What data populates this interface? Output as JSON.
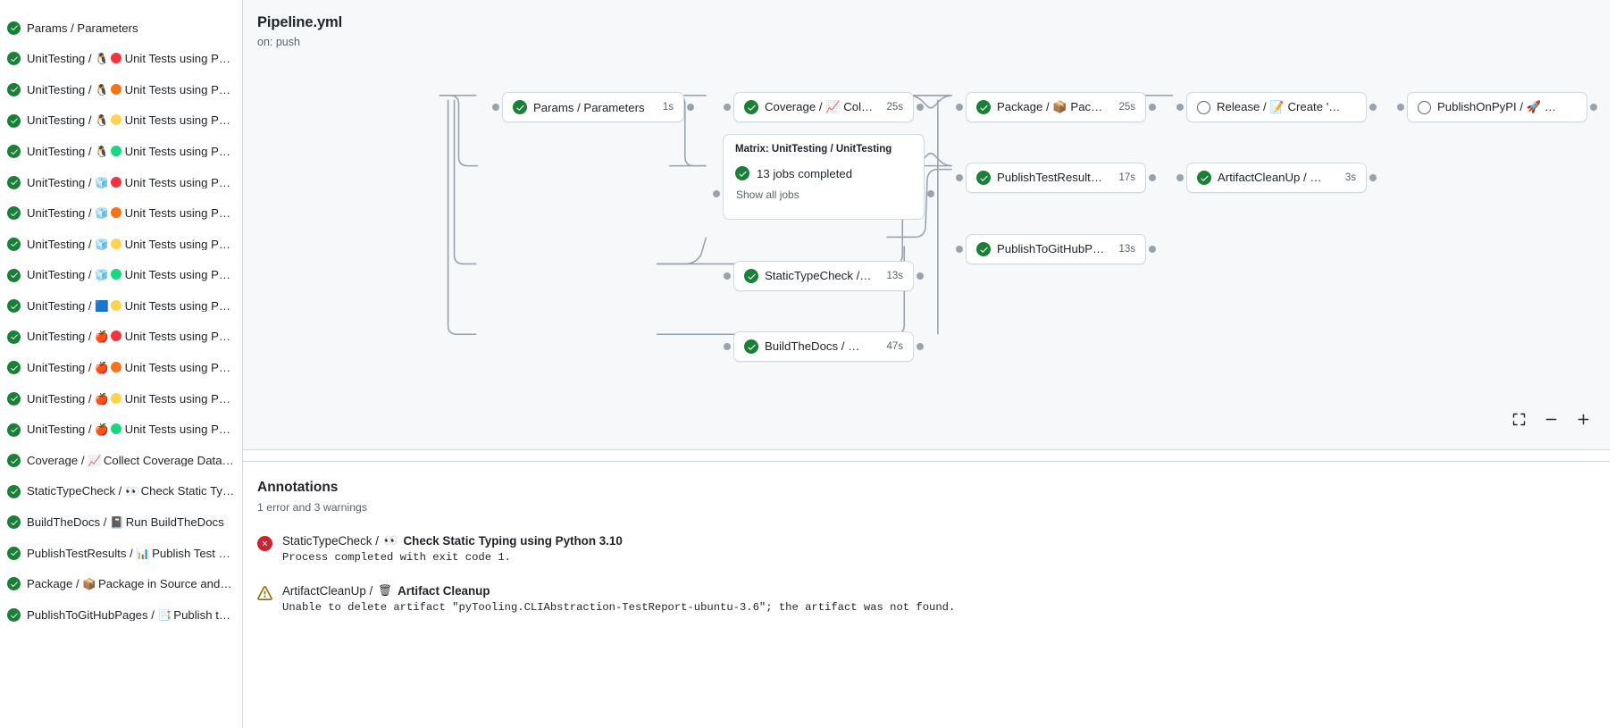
{
  "sidebar": {
    "items": [
      {
        "status": "success",
        "text": "Params / Parameters",
        "os": "",
        "pydot": ""
      },
      {
        "status": "success",
        "text": "UnitTesting / ",
        "os": "🐧",
        "pydot": "#f5333f",
        "label": "Unit Tests using Pyth..."
      },
      {
        "status": "success",
        "text": "UnitTesting / ",
        "os": "🐧",
        "pydot": "#f97316",
        "label": "Unit Tests using Pyth..."
      },
      {
        "status": "success",
        "text": "UnitTesting / ",
        "os": "🐧",
        "pydot": "#fcd34d",
        "label": "Unit Tests using Pyth..."
      },
      {
        "status": "success",
        "text": "UnitTesting / ",
        "os": "🐧",
        "pydot": "#16d97f",
        "label": "Unit Tests using Pyth..."
      },
      {
        "status": "success",
        "text": "UnitTesting / ",
        "os": "🧊",
        "pydot": "#f5333f",
        "label": "Unit Tests using Pyth..."
      },
      {
        "status": "success",
        "text": "UnitTesting / ",
        "os": "🧊",
        "pydot": "#f97316",
        "label": "Unit Tests using Pyth..."
      },
      {
        "status": "success",
        "text": "UnitTesting / ",
        "os": "🧊",
        "pydot": "#fcd34d",
        "label": "Unit Tests using Pyth..."
      },
      {
        "status": "success",
        "text": "UnitTesting / ",
        "os": "🧊",
        "pydot": "#16d97f",
        "label": "Unit Tests using Pyth..."
      },
      {
        "status": "success",
        "text": "UnitTesting / ",
        "os": "🟦",
        "pydot": "#fcd34d",
        "label": "Unit Tests using Pyth..."
      },
      {
        "status": "success",
        "text": "UnitTesting / ",
        "os": "🍎",
        "pydot": "#f5333f",
        "label": "Unit Tests using Pyth..."
      },
      {
        "status": "success",
        "text": "UnitTesting / ",
        "os": "🍎",
        "pydot": "#f97316",
        "label": "Unit Tests using Pyth..."
      },
      {
        "status": "success",
        "text": "UnitTesting / ",
        "os": "🍎",
        "pydot": "#fcd34d",
        "label": "Unit Tests using Pyth..."
      },
      {
        "status": "success",
        "text": "UnitTesting / ",
        "os": "🍎",
        "pydot": "#16d97f",
        "label": "Unit Tests using Pyth..."
      },
      {
        "status": "success",
        "text": "Coverage / ",
        "os": "📈",
        "pydot": "",
        "label": "Collect Coverage Data usi..."
      },
      {
        "status": "success",
        "text": "StaticTypeCheck / ",
        "os": "👀",
        "pydot": "",
        "label": "Check Static Typing..."
      },
      {
        "status": "success",
        "text": "BuildTheDocs / ",
        "os": "📓",
        "pydot": "",
        "label": "Run BuildTheDocs"
      },
      {
        "status": "success",
        "text": "PublishTestResults / ",
        "os": "📊",
        "pydot": "",
        "label": "Publish Test Resu..."
      },
      {
        "status": "success",
        "text": "Package / ",
        "os": "📦",
        "pydot": "",
        "label": "Package in Source and Wh..."
      },
      {
        "status": "success",
        "text": "PublishToGitHubPages / ",
        "os": "📑",
        "pydot": "",
        "label": "Publish to G..."
      }
    ]
  },
  "graph": {
    "title": "Pipeline.yml",
    "subtitle": "on: push",
    "zoom_fit_label": "fit-to-screen",
    "zoom_out_label": "zoom-out",
    "zoom_in_label": "zoom-in",
    "matrix": {
      "title": "Matrix: UnitTesting / UnitTesting",
      "jobs_label": "13 jobs completed",
      "show_all_label": "Show all jobs"
    },
    "nodes": [
      {
        "id": "params",
        "status": "success",
        "label": "Params / Parameters",
        "duration": "1s"
      },
      {
        "id": "coverage",
        "status": "success",
        "label": "Coverage / 📈 Collect Cove...",
        "duration": "25s"
      },
      {
        "id": "stc",
        "status": "success",
        "label": "StaticTypeCheck / 👀 Chec...",
        "duration": "13s"
      },
      {
        "id": "btd",
        "status": "success",
        "label": "BuildTheDocs / 📓 Run Buil...",
        "duration": "47s"
      },
      {
        "id": "package",
        "status": "success",
        "label": "Package / 📦 Package in So...",
        "duration": "25s"
      },
      {
        "id": "ptr",
        "status": "success",
        "label": "PublishTestResults / 📊 Pu...",
        "duration": "17s"
      },
      {
        "id": "ptghp",
        "status": "success",
        "label": "PublishToGitHubPages / 📑 ...",
        "duration": "13s"
      },
      {
        "id": "release",
        "status": "pending",
        "label": "Release / 📝 Create 'Release P...",
        "duration": ""
      },
      {
        "id": "artifact",
        "status": "success",
        "label": "ArtifactCleanUp / 🗑 Artifac...",
        "duration": "3s"
      },
      {
        "id": "pypi",
        "status": "pending",
        "label": "PublishOnPyPI / 🚀 Publish to ...",
        "duration": ""
      }
    ]
  },
  "annotations": {
    "title": "Annotations",
    "summary": "1 error and 3 warnings",
    "items": [
      {
        "level": "error",
        "heading_prefix": "StaticTypeCheck / ",
        "heading_emoji": "👀",
        "heading_main": "Check Static Typing using Python 3.10",
        "message": "Process completed with exit code 1."
      },
      {
        "level": "warning",
        "heading_prefix": "ArtifactCleanUp / ",
        "heading_emoji": "🗑",
        "heading_main": "Artifact Cleanup",
        "message": "Unable to delete artifact \"pyTooling.CLIAbstraction-TestReport-ubuntu-3.6\"; the artifact was not found."
      }
    ]
  },
  "colors": {
    "success": "#1a7f37",
    "error": "#cf222e",
    "warning": "#9a6700",
    "border": "#d1d9e0",
    "canvas_bg": "#f6f8fa",
    "muted_text": "#59636e"
  }
}
